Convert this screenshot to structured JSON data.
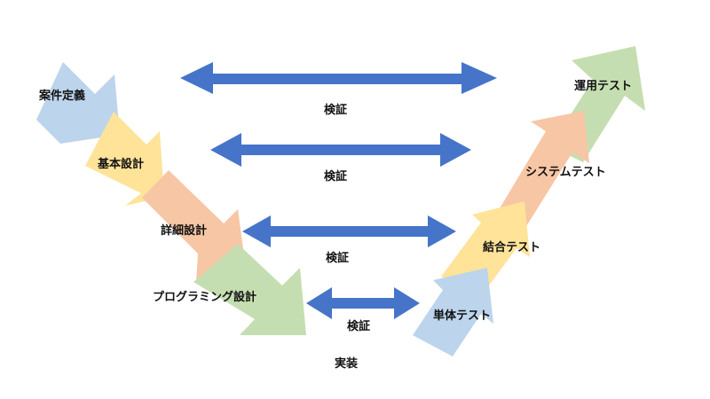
{
  "colors": {
    "blue_light": "#bcd4ec",
    "yellow": "#fee399",
    "peach": "#f7c6a5",
    "green": "#c5deb1",
    "verify_arrow": "#4674c9"
  },
  "phases_left": [
    {
      "label": "案件定義",
      "color": "#bcd4ec"
    },
    {
      "label": "基本設計",
      "color": "#fee399"
    },
    {
      "label": "詳細設計",
      "color": "#f7c6a5"
    },
    {
      "label": "プログラミング設計",
      "color": "#c5deb1"
    }
  ],
  "phases_right": [
    {
      "label": "単体テスト",
      "color": "#bcd4ec"
    },
    {
      "label": "結合テスト",
      "color": "#fee399"
    },
    {
      "label": "システムテスト",
      "color": "#f7c6a5"
    },
    {
      "label": "運用テスト",
      "color": "#c5deb1"
    }
  ],
  "verifications": [
    {
      "label": "検証"
    },
    {
      "label": "検証"
    },
    {
      "label": "検証"
    },
    {
      "label": "検証"
    }
  ],
  "bottom_label": "実装"
}
